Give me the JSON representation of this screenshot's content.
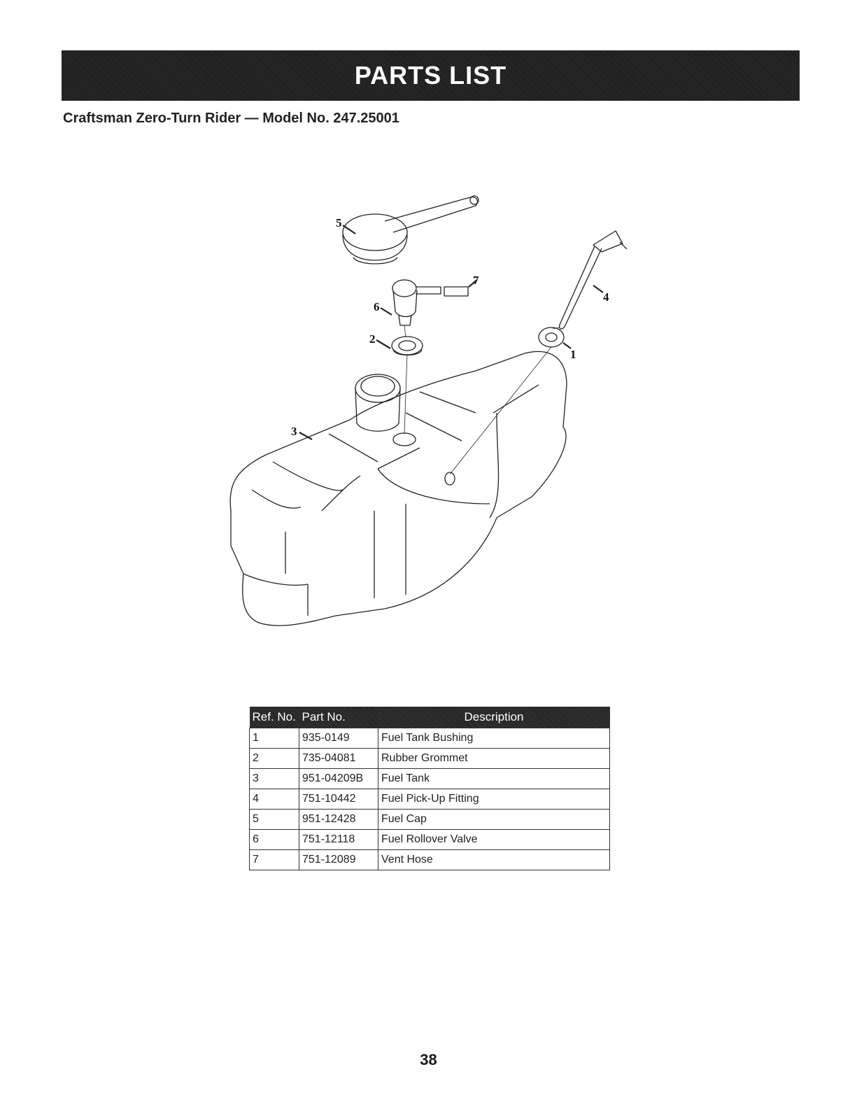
{
  "header": {
    "title": "PARTS LIST"
  },
  "subtitle": "Craftsman Zero-Turn Rider — Model No. 247.25001",
  "diagram": {
    "callouts": [
      "5",
      "7",
      "6",
      "2",
      "4",
      "1",
      "3"
    ]
  },
  "table": {
    "headers": [
      "Ref. No.",
      "Part No.",
      "Description"
    ],
    "rows": [
      {
        "ref": "1",
        "part": "935-0149",
        "desc": "Fuel Tank Bushing"
      },
      {
        "ref": "2",
        "part": "735-04081",
        "desc": "Rubber Grommet"
      },
      {
        "ref": "3",
        "part": "951-04209B",
        "desc": "Fuel Tank"
      },
      {
        "ref": "4",
        "part": "751-10442",
        "desc": "Fuel Pick-Up Fitting"
      },
      {
        "ref": "5",
        "part": "951-12428",
        "desc": "Fuel Cap"
      },
      {
        "ref": "6",
        "part": "751-12118",
        "desc": "Fuel Rollover Valve"
      },
      {
        "ref": "7",
        "part": "751-12089",
        "desc": "Vent Hose"
      }
    ]
  },
  "page_number": "38"
}
